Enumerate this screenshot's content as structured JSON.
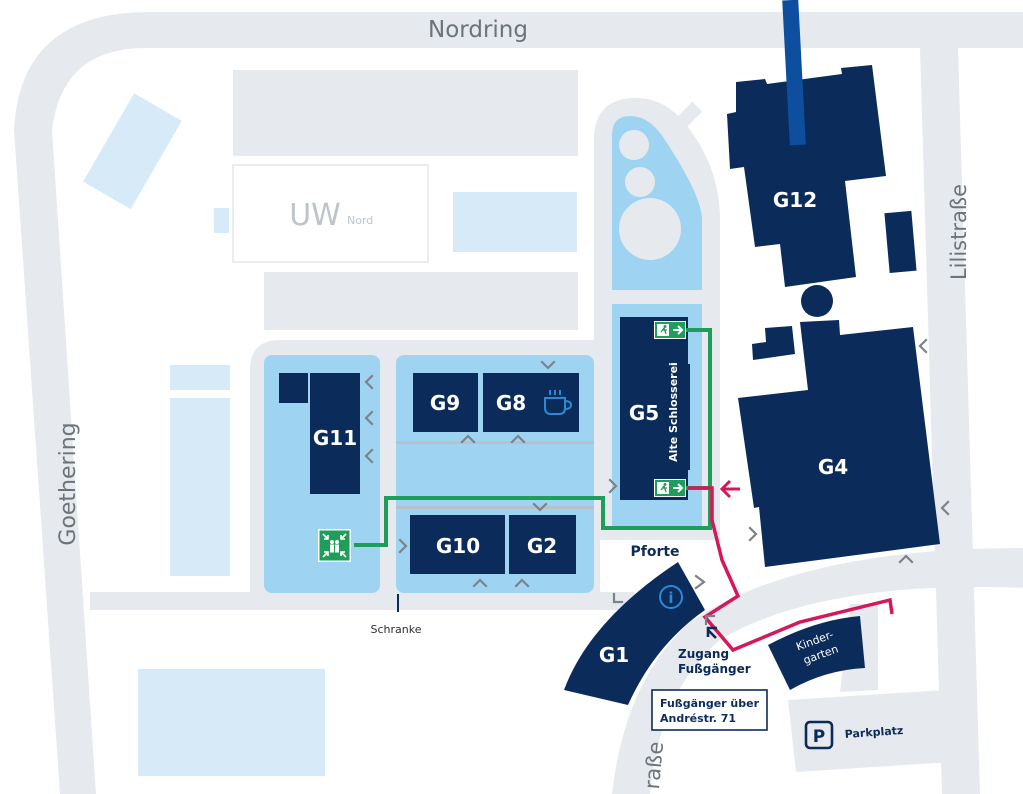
{
  "map": {
    "colors": {
      "road": "#e6eaee",
      "building_dark": "#0b2b5a",
      "building_light": "#d6eaf8",
      "area_blue": "#9ed4f1",
      "pale_gray": "#e6eaee",
      "escape_route": "#1e9e5a",
      "pedestrian_route": "#d6185a",
      "pipe_blue": "#0d4f9e",
      "info_blue": "#2a8ad4"
    },
    "streets": {
      "north": "Nordring",
      "west": "Goethering",
      "east": "Lilistraße",
      "south_partial": "raße"
    },
    "uw_nord": {
      "main": "UW",
      "sub": "Nord"
    },
    "buildings": {
      "g1": "G1",
      "g2": "G2",
      "g4": "G4",
      "g5": "G5",
      "g5_subtitle": "Alte Schlosserei",
      "g8": "G8",
      "g9": "G9",
      "g10": "G10",
      "g11": "G11",
      "g12": "G12",
      "kindergarten_line1": "Kinder-",
      "kindergarten_line2": "garten"
    },
    "labels": {
      "pforte": "Pforte",
      "zugang_line1": "Zugang",
      "zugang_line2": "Fußgänger",
      "schranke": "Schranke",
      "parkplatz": "Parkplatz",
      "parking_symbol": "P",
      "info_symbol": "i",
      "pedestrian_note_line1": "Fußgänger über",
      "pedestrian_note_line2": "Andréstr. 71"
    },
    "icons": {
      "cafe": "coffee-cup-icon",
      "assembly_point": "assembly-point-icon",
      "emergency_exit": "emergency-exit-icon",
      "info": "info-icon",
      "parking": "parking-icon",
      "entrance_chevron": "chevron-icon",
      "arrow": "arrow-icon"
    }
  }
}
